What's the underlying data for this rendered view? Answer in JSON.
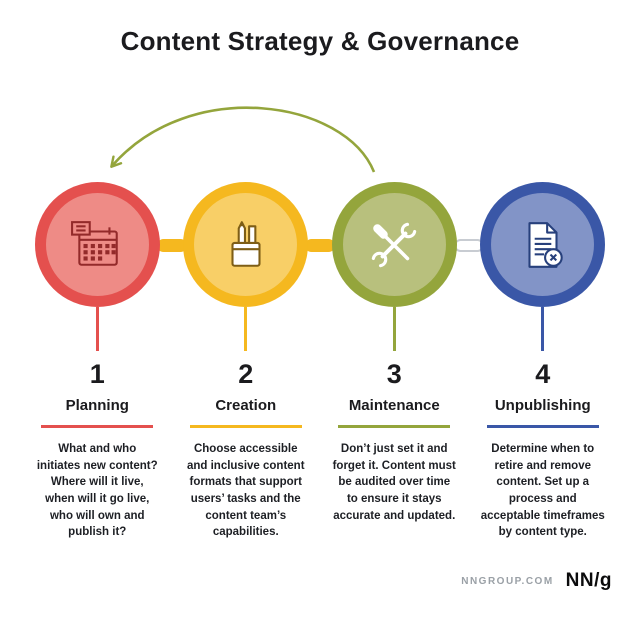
{
  "title": "Content Strategy & Governance",
  "steps": [
    {
      "number": "1",
      "title": "Planning",
      "description": "What and who initiates new content? Where will it live, when will it go live, who will own and publish it?",
      "color": "#E4504E",
      "inner_color": "#EE8B86",
      "icon_color": "#932A2A",
      "icon": "calendar-note-icon"
    },
    {
      "number": "2",
      "title": "Creation",
      "description": "Choose accessible and inclusive content formats that support users’ tasks and the content team’s capabilities.",
      "color": "#F5B81F",
      "inner_color": "#F8CF67",
      "icon_color": "#7E5E16",
      "icon": "pencil-cup-icon"
    },
    {
      "number": "3",
      "title": "Maintenance",
      "description": "Don’t just set it and forget it. Content must be audited over time to ensure it stays accurate and updated.",
      "color": "#94A53C",
      "inner_color": "#B8C07D",
      "icon_color": "#FFFFFF",
      "icon": "tools-icon"
    },
    {
      "number": "4",
      "title": "Unpublishing",
      "description": "Determine when to retire and remove content. Set up a process and acceptable timeframes by content type.",
      "color": "#3A57A7",
      "inner_color": "#8294C7",
      "icon_color": "#27407C",
      "icon": "document-remove-icon"
    }
  ],
  "connectors": [
    {
      "fill": "#F5B81F"
    },
    {
      "fill": "#F5B81F"
    },
    {
      "fill": "#FFFFFF",
      "border": "#C8CCD2"
    }
  ],
  "arrow": {
    "color": "#94A53C",
    "from": "Maintenance",
    "to": "Planning"
  },
  "footer": {
    "site": "NNGROUP.COM",
    "logo": "NN/g"
  }
}
